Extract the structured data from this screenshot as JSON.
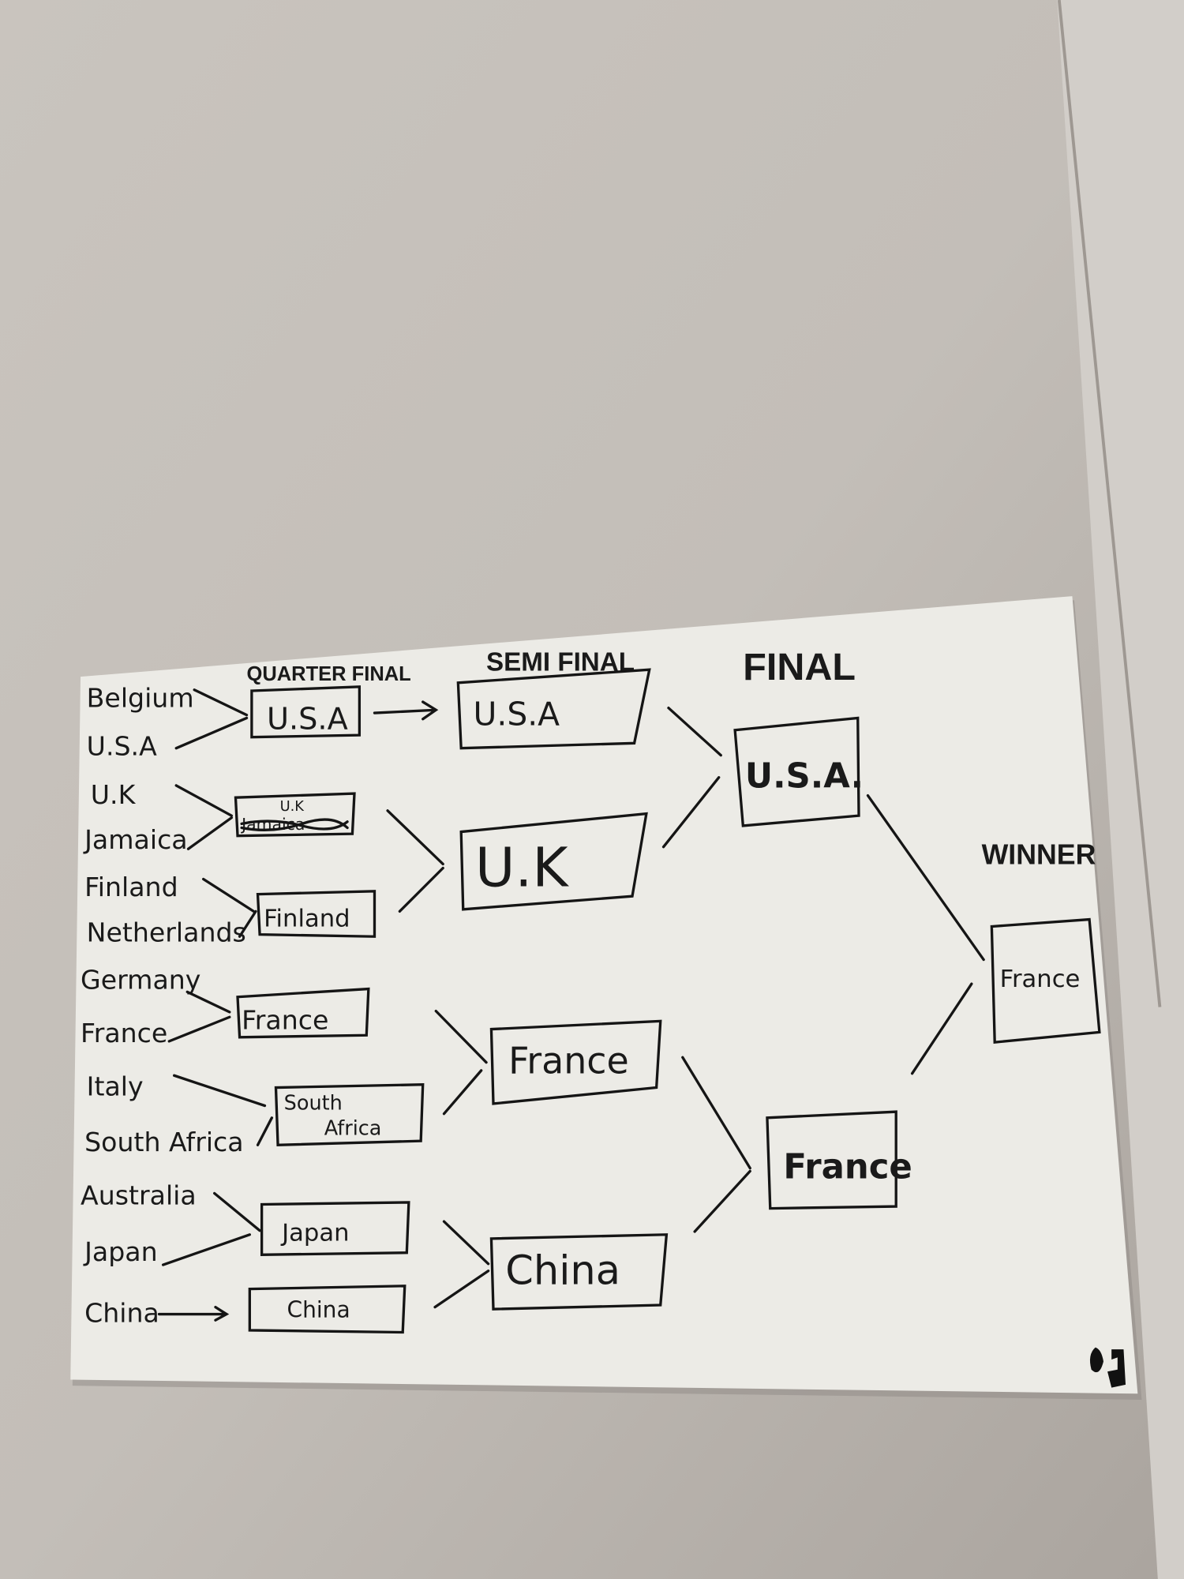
{
  "headings": {
    "quarter_final": "QUARTER FINAL",
    "semi_final": "SEMI FINAL",
    "final": "FINAL",
    "winner": "WINNER"
  },
  "teams": [
    "Belgium",
    "U.S.A",
    "U.K",
    "Jamaica",
    "Finland",
    "Netherlands",
    "Germany",
    "France",
    "Italy",
    "South Africa",
    "Australia",
    "Japan",
    "China"
  ],
  "quarter_final": [
    "U.S.A",
    "U.K",
    "Finland",
    "France",
    "South",
    "Africa",
    "Japan",
    "China"
  ],
  "quarter_final_crossed_out": "Jamaica",
  "semi_final": [
    "U.S.A",
    "U.K",
    "France",
    "China"
  ],
  "final": [
    "U.S.A.",
    "France"
  ],
  "winner": "France"
}
